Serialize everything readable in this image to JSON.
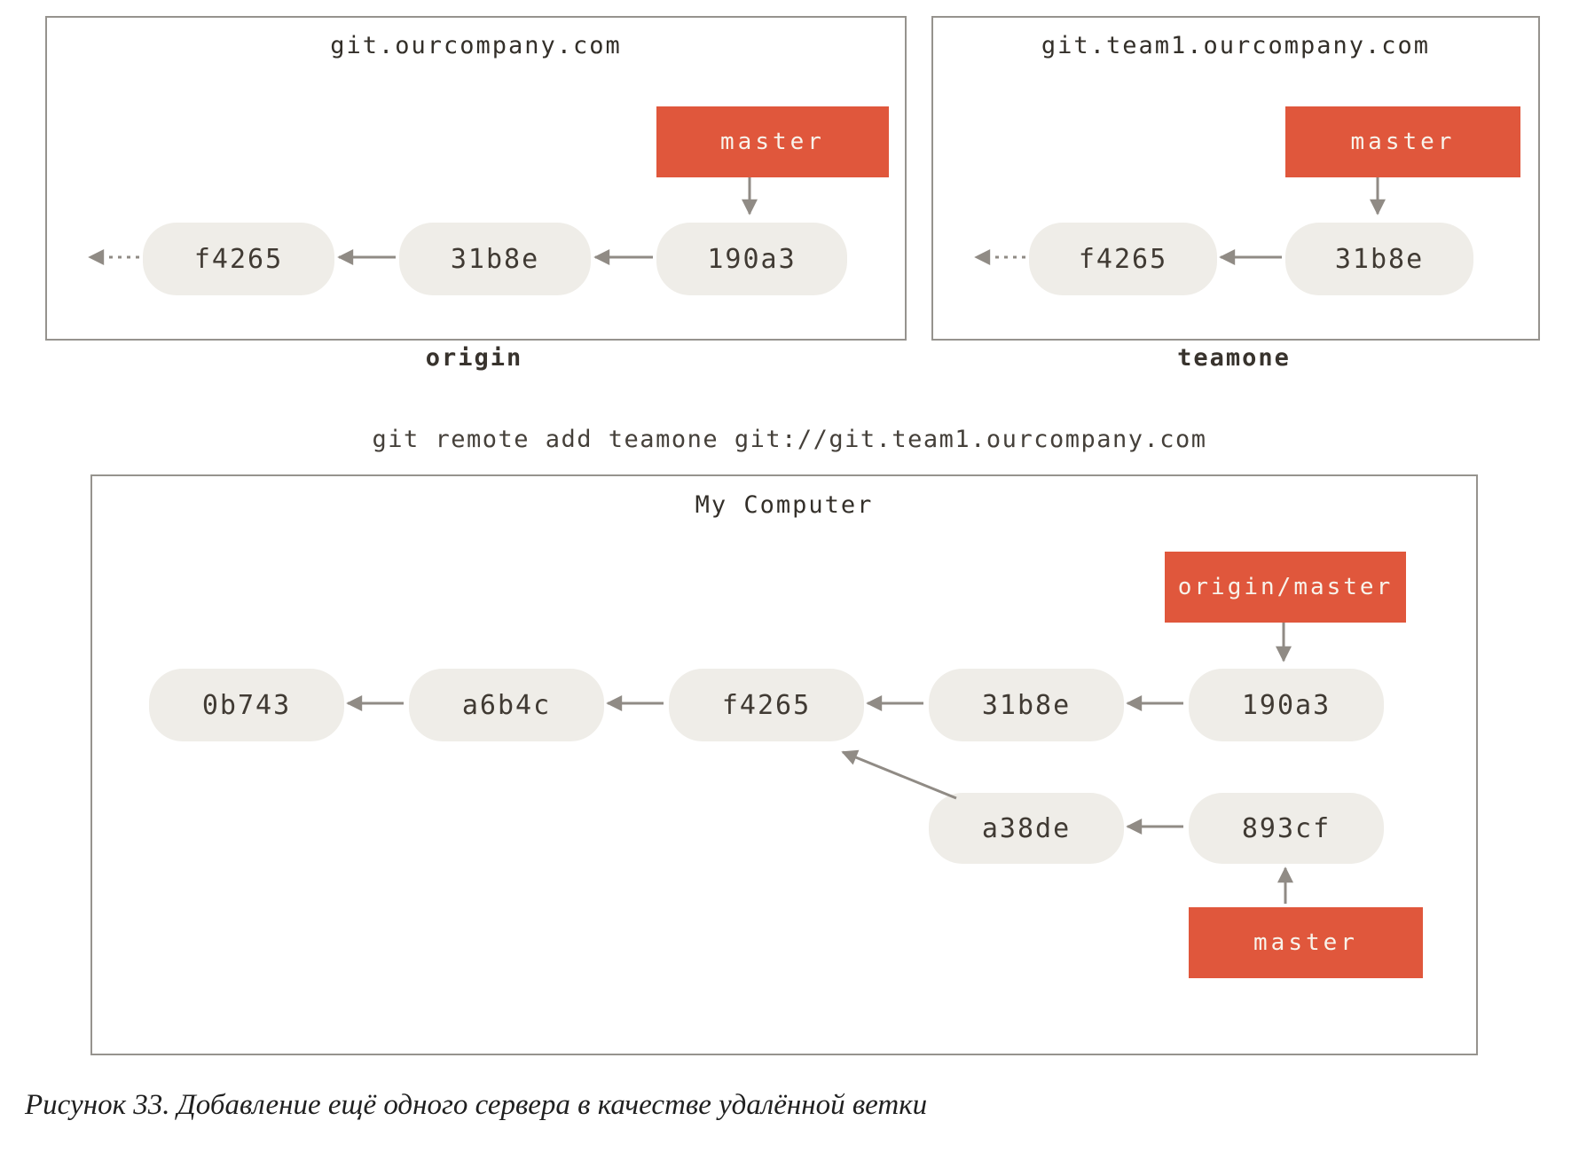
{
  "palette": {
    "branch_tag_fill": "#e0573c",
    "branch_tag_text": "#f8f3eb",
    "commit_fill": "#efede8",
    "arrow_gray": "#908b85",
    "box_border": "#96938e",
    "text_dark": "#38332d"
  },
  "remotes": [
    {
      "title": "git.ourcompany.com",
      "branch_label": "master",
      "commits": [
        "f4265",
        "31b8e",
        "190a3"
      ],
      "name": "origin"
    },
    {
      "title": "git.team1.ourcompany.com",
      "branch_label": "master",
      "commits": [
        "f4265",
        "31b8e"
      ],
      "name": "teamone"
    }
  ],
  "command": "git remote add teamone git://git.team1.ourcompany.com",
  "local": {
    "title": "My Computer",
    "remote_branch_label": "origin/master",
    "main_commits": [
      "0b743",
      "a6b4c",
      "f4265",
      "31b8e",
      "190a3"
    ],
    "branch_commits": [
      "a38de",
      "893cf"
    ],
    "branch_label": "master"
  },
  "caption": "Рисунок 33. Добавление ещё одного сервера в качестве удалённой ветки"
}
